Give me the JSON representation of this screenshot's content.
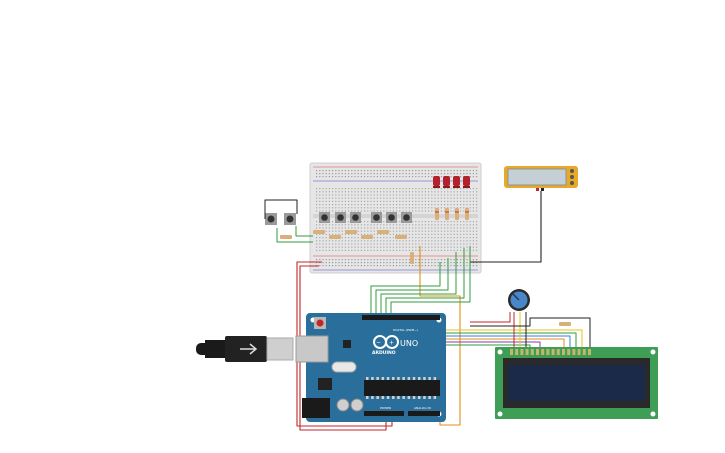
{
  "board": {
    "brand": "ARDUINO",
    "model": "UNO",
    "header_digital": "DIGITAL (PWM~)",
    "header_power": "POWER",
    "header_analog": "ANALOG IN",
    "color": "#2a6f9c"
  },
  "components": {
    "breadboard": "breadboard",
    "lcd": "lcd-16x2",
    "potentiometer": "potentiometer",
    "multimeter": "multimeter",
    "usb_cable": "usb-cable",
    "leds": [
      "led-1",
      "led-2",
      "led-3",
      "led-4"
    ],
    "push_buttons_breadboard": 6,
    "push_buttons_side": 2
  },
  "colors": {
    "wire_red": "#c0262c",
    "wire_black": "#222222",
    "wire_green": "#2f9e3c",
    "wire_orange": "#e0901c",
    "wire_yellow": "#e6c619",
    "wire_blue": "#3b7dd8",
    "wire_purple": "#8a3fa8",
    "led": "#b3222b",
    "lcd_pcb": "#3e9e56",
    "lcd_screen": "#1b2a48",
    "multimeter_body": "#e8a928",
    "pot_knob": "#4a87c9"
  }
}
